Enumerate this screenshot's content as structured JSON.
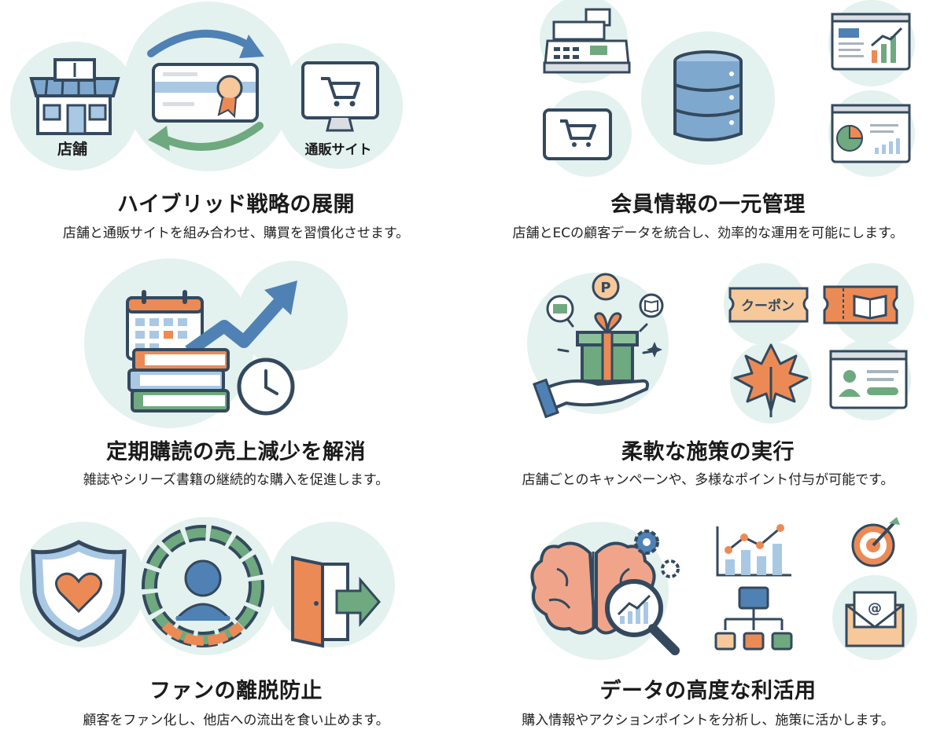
{
  "panels": [
    {
      "title": "ハイブリッド戦略の展開",
      "desc": "店舗と通販サイトを組み合わせ、購買を習慣化させます。",
      "labels": {
        "store": "店舗",
        "ec": "通販サイト"
      }
    },
    {
      "title": "会員情報の一元管理",
      "desc": "店舗とECの顧客データを統合し、効率的な運用を可能にします。"
    },
    {
      "title": "定期購読の売上減少を解消",
      "desc": "雑誌やシリーズ書籍の継続的な購入を促進します。"
    },
    {
      "title": "柔軟な施策の実行",
      "desc": "店舗ごとのキャンペーンや、多様なポイント付与が可能です。",
      "labels": {
        "coupon": "クーポン",
        "point": "P"
      }
    },
    {
      "title": "ファンの離脱防止",
      "desc": "顧客をファン化し、他店への流出を食い止めます。"
    },
    {
      "title": "データの高度な利活用",
      "desc": "購入情報やアクションポイントを分析し、施策に活かします。",
      "labels": {
        "mail": "@"
      }
    }
  ],
  "colors": {
    "circle": "#e3f1ef",
    "navy": "#34495e",
    "blue": "#4f81b4",
    "lightblue": "#a9c8e4",
    "green": "#6fa97f",
    "orange": "#ec8a55",
    "peach": "#f6c89a",
    "gray": "#d9dee3"
  }
}
